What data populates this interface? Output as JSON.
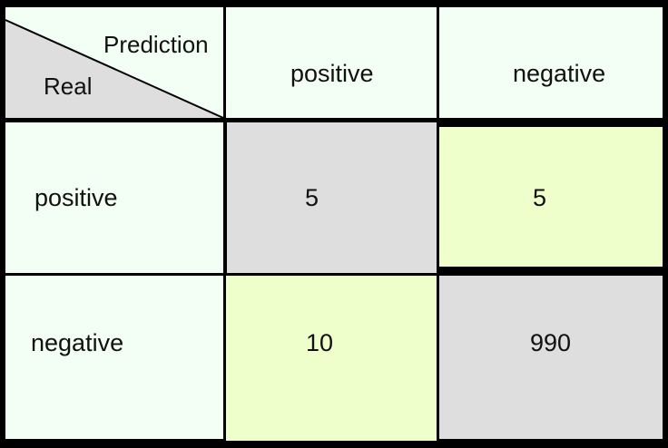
{
  "corner": {
    "column_axis_label": "Prediction",
    "row_axis_label": "Real"
  },
  "columns": [
    {
      "label": "positive"
    },
    {
      "label": "negative"
    }
  ],
  "rows": [
    {
      "label": "positive",
      "cells": [
        "5",
        "5"
      ]
    },
    {
      "label": "negative",
      "cells": [
        "10",
        "990"
      ]
    }
  ],
  "colors": {
    "background": "#000000",
    "header_fill": "#f3fff4",
    "corner_shade": "#dedede",
    "diagonal_fill": "#dedede",
    "off_diagonal_fill": "#efffcc",
    "text": "#111111"
  }
}
